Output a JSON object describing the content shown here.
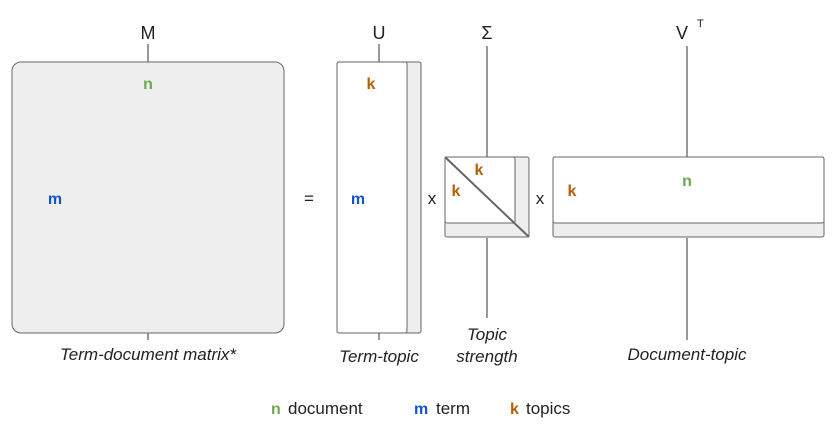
{
  "colors": {
    "n": "#6aa84f",
    "m": "#1155cc",
    "k": "#b45f06",
    "fill": "#eeeeee",
    "stroke": "#666666",
    "connector": "#999999"
  },
  "matrices": {
    "m": {
      "symbol": "M",
      "caption": "Term-document matrix*",
      "row_dim": "m",
      "col_dim": "n"
    },
    "u": {
      "symbol": "U",
      "caption": "Term-topic",
      "row_dim": "m",
      "col_dim": "k"
    },
    "sigma": {
      "symbol": "Σ",
      "caption_line1": "Topic",
      "caption_line2": "strength",
      "row_dim": "k",
      "col_dim": "k"
    },
    "vt": {
      "symbol": "V",
      "superscript": "T",
      "caption": "Document-topic",
      "row_dim": "k",
      "col_dim": "n"
    }
  },
  "operators": {
    "equals": "=",
    "times1": "x",
    "times2": "x"
  },
  "legend": [
    {
      "key": "n",
      "label": "document"
    },
    {
      "key": "m",
      "label": "term"
    },
    {
      "key": "k",
      "label": "topics"
    }
  ]
}
